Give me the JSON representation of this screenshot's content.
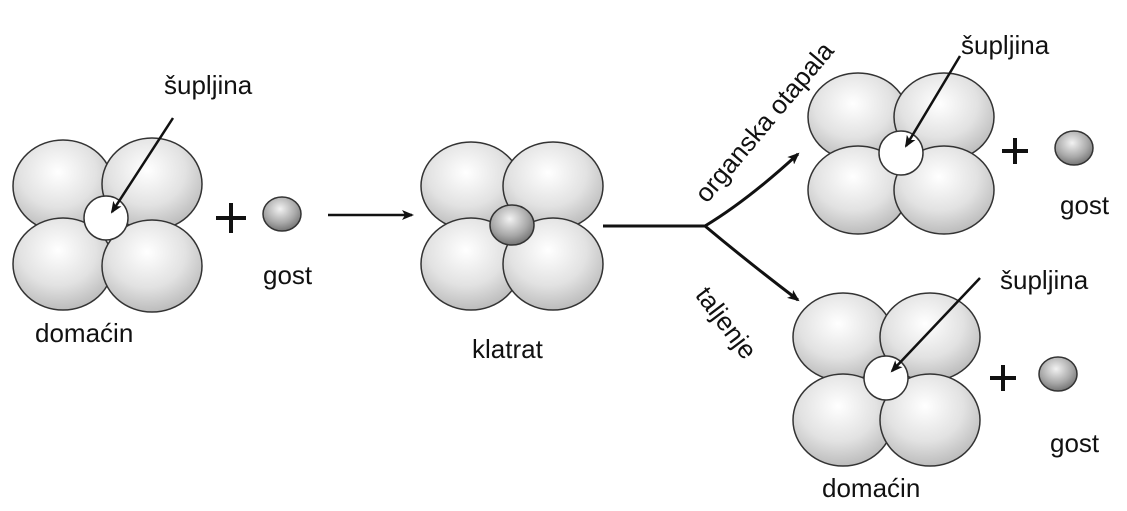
{
  "labels": {
    "cavity_left": "šupljina",
    "guest_left": "gost",
    "host_left": "domaćin",
    "clathrate": "klatrat",
    "organic_solvents": "organska otapala",
    "melting": "taljenje",
    "cavity_top_right": "šupljina",
    "guest_top_right": "gost",
    "cavity_bottom_right": "šupljina",
    "guest_bottom_right": "gost",
    "host_bottom_right": "domaćin"
  },
  "symbols": {
    "plus": "+"
  },
  "colors": {
    "sphere_fill": "#dcdcdc",
    "sphere_stroke": "#333333",
    "guest_fill": "#9a9a9a",
    "line": "#111111"
  }
}
